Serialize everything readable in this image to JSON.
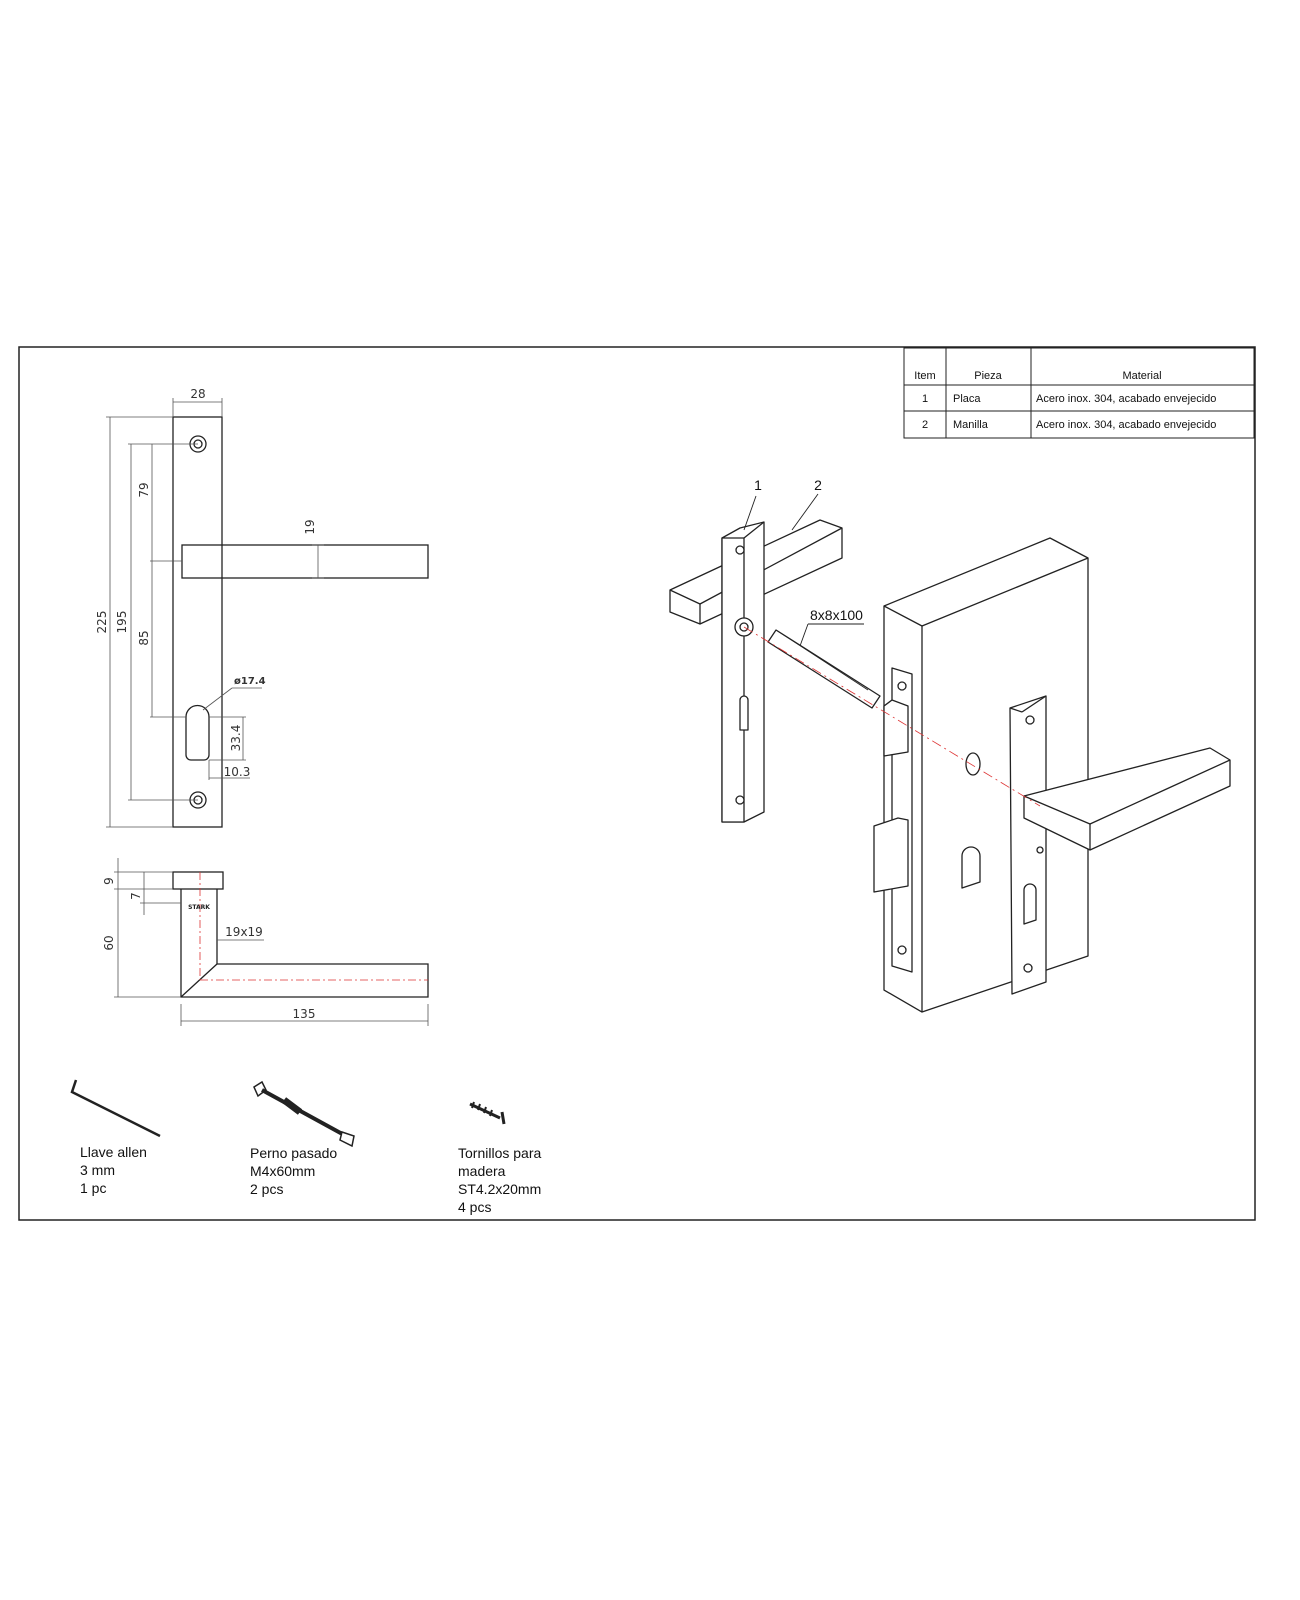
{
  "parts_table": {
    "headers": [
      "Item",
      "Pieza",
      "Material"
    ],
    "rows": [
      {
        "item": "1",
        "pieza": "Placa",
        "material": "Acero inox. 304, acabado envejecido"
      },
      {
        "item": "2",
        "pieza": "Manilla",
        "material": "Acero inox. 304, acabado envejecido"
      }
    ]
  },
  "front_view": {
    "width": "28",
    "total_height": "225",
    "hole_spacing": "195",
    "top_to_handle": "79",
    "handle_to_cylinder": "85",
    "handle_size": "19",
    "cylinder_diameter": "ø17.4",
    "cylinder_height": "33.4",
    "cylinder_offset": "10.3"
  },
  "side_view": {
    "rose_height": "9",
    "rose_offset": "7",
    "handle_drop": "60",
    "section": "19x19",
    "length": "135",
    "brand": "STARK"
  },
  "exploded_view": {
    "balloon_1": "1",
    "balloon_2": "2",
    "spindle": "8x8x100"
  },
  "accessories": [
    {
      "line1": "Llave allen",
      "line2": "3 mm",
      "line3": "1 pc",
      "line4": ""
    },
    {
      "line1": "Perno pasado",
      "line2": "M4x60mm",
      "line3": "2 pcs",
      "line4": ""
    },
    {
      "line1": "Tornillos para",
      "line2": "madera",
      "line3": "ST4.2x20mm",
      "line4": "4 pcs"
    }
  ]
}
